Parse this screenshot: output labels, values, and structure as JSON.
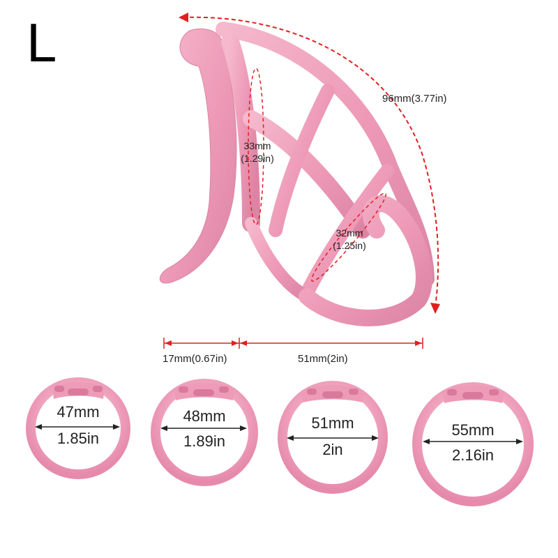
{
  "size_label": "L",
  "colors": {
    "product_pink": "#EE9BB8",
    "product_shadow": "#D97A9C",
    "product_highlight": "#F7C2D3",
    "dimension_red": "#E02020",
    "text": "#222222"
  },
  "cage_dimensions": {
    "length": "96mm(3.77in)",
    "base_diameter": {
      "mm": "33mm",
      "in": "(1.29in)"
    },
    "tip_diameter": {
      "mm": "32mm",
      "in": "(1.25in)"
    },
    "gap": "17mm(0.67in)",
    "cage_depth": "51mm(2in)"
  },
  "rings": [
    {
      "mm": "47mm",
      "in": "1.85in"
    },
    {
      "mm": "48mm",
      "in": "1.89in"
    },
    {
      "mm": "51mm",
      "in": "2in"
    },
    {
      "mm": "55mm",
      "in": "2.16in"
    }
  ]
}
